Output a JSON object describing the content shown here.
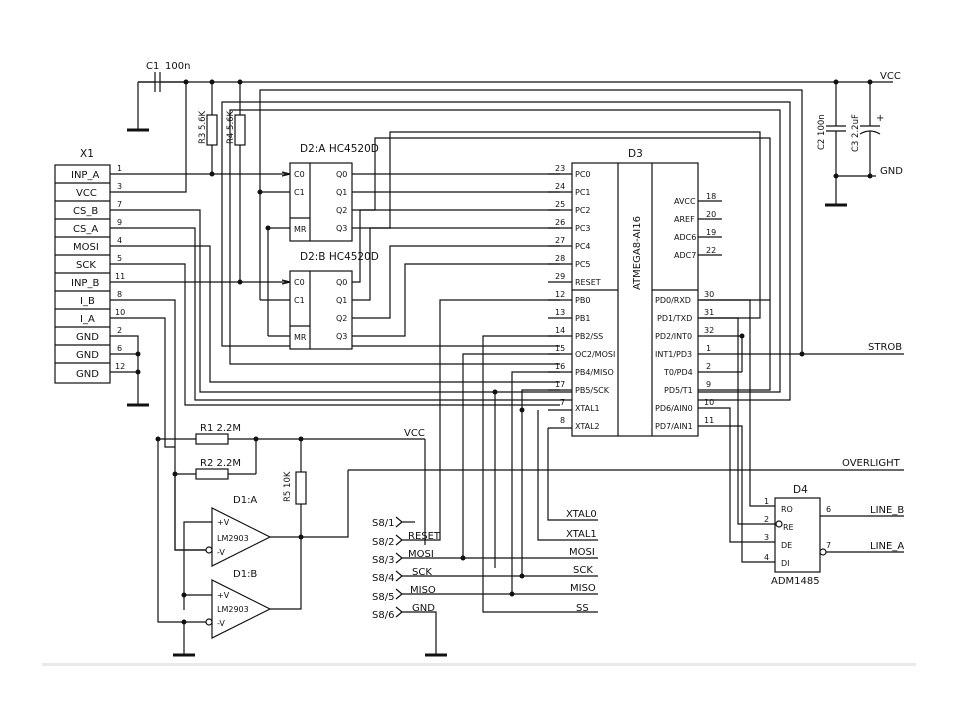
{
  "title": "",
  "components": {
    "c1": {
      "ref": "C1",
      "value": "100n"
    },
    "r3": {
      "ref": "R3",
      "value": "5.6K"
    },
    "r4": {
      "ref": "R4",
      "value": "5.6K"
    },
    "c2": {
      "ref": "C2",
      "value": "100n"
    },
    "c3": {
      "ref": "C3",
      "value": "2.2uF",
      "polarity": "+"
    },
    "r1": {
      "ref": "R1",
      "value": "2.2M"
    },
    "r2": {
      "ref": "R2",
      "value": "2.2M"
    },
    "r5": {
      "ref": "R5",
      "value": "10K"
    },
    "d2a": {
      "label": "D2:A  HC4520D",
      "pins": [
        "C0",
        "C1",
        "MR",
        "Q0",
        "Q1",
        "Q2",
        "Q3"
      ]
    },
    "d2b": {
      "label": "D2:B  HC4520D",
      "pins": [
        "C0",
        "C1",
        "MR",
        "Q0",
        "Q1",
        "Q2",
        "Q3"
      ]
    },
    "d1a": {
      "ref": "D1:A",
      "part": "LM2903",
      "plus": "+V",
      "minus": "-V"
    },
    "d1b": {
      "ref": "D1:B",
      "part": "LM2903",
      "plus": "+V",
      "minus": "-V"
    },
    "d4": {
      "ref": "D4",
      "part": "ADM1485",
      "pins": [
        {
          "num": "1",
          "name": "RO"
        },
        {
          "num": "2",
          "name": "RE"
        },
        {
          "num": "3",
          "name": "DE"
        },
        {
          "num": "4",
          "name": "DI"
        }
      ],
      "outs": [
        {
          "num": "6",
          "net": "LINE_B"
        },
        {
          "num": "7",
          "net": "LINE_A"
        }
      ]
    }
  },
  "connector_x1": {
    "ref": "X1",
    "pins": [
      {
        "label": "INP_A",
        "num": "1"
      },
      {
        "label": "VCC",
        "num": "3"
      },
      {
        "label": "CS_B",
        "num": "7"
      },
      {
        "label": "CS_A",
        "num": "9"
      },
      {
        "label": "MOSI",
        "num": "4"
      },
      {
        "label": "SCK",
        "num": "5"
      },
      {
        "label": "INP_B",
        "num": "11"
      },
      {
        "label": "I_B",
        "num": "8"
      },
      {
        "label": "I_A",
        "num": "10"
      },
      {
        "label": "GND",
        "num": "2"
      },
      {
        "label": "GND",
        "num": "6"
      },
      {
        "label": "GND",
        "num": "12"
      }
    ]
  },
  "mcu_d3": {
    "ref": "D3",
    "part": "ATMEGA8-AI16",
    "left_pins": [
      {
        "num": "23",
        "name": "PC0"
      },
      {
        "num": "24",
        "name": "PC1"
      },
      {
        "num": "25",
        "name": "PC2"
      },
      {
        "num": "26",
        "name": "PC3"
      },
      {
        "num": "27",
        "name": "PC4"
      },
      {
        "num": "28",
        "name": "PC5"
      },
      {
        "num": "29",
        "name": "RESET"
      },
      {
        "num": "12",
        "name": "PB0"
      },
      {
        "num": "13",
        "name": "PB1"
      },
      {
        "num": "14",
        "name": "PB2/SS"
      },
      {
        "num": "15",
        "name": "OC2/MOSI"
      },
      {
        "num": "16",
        "name": "PB4/MISO"
      },
      {
        "num": "17",
        "name": "PB5/SCK"
      },
      {
        "num": "7",
        "name": "XTAL1"
      },
      {
        "num": "8",
        "name": "XTAL2"
      }
    ],
    "power_pins": [
      {
        "num": "18",
        "name": "AVCC"
      },
      {
        "num": "20",
        "name": "AREF"
      },
      {
        "num": "19",
        "name": "ADC6"
      },
      {
        "num": "22",
        "name": "ADC7"
      }
    ],
    "right_pins": [
      {
        "num": "30",
        "name": "PD0/RXD"
      },
      {
        "num": "31",
        "name": "PD1/TXD"
      },
      {
        "num": "32",
        "name": "PD2/INT0"
      },
      {
        "num": "1",
        "name": "INT1/PD3"
      },
      {
        "num": "2",
        "name": "T0/PD4"
      },
      {
        "num": "9",
        "name": "PD5/T1"
      },
      {
        "num": "10",
        "name": "PD6/AIN0"
      },
      {
        "num": "11",
        "name": "PD7/AIN1"
      }
    ]
  },
  "header_s8": {
    "pins": [
      {
        "ref": "S8/1",
        "net": ""
      },
      {
        "ref": "S8/2",
        "net": "RESET"
      },
      {
        "ref": "S8/3",
        "net": "MOSI"
      },
      {
        "ref": "S8/4",
        "net": "SCK"
      },
      {
        "ref": "S8/5",
        "net": "MISO"
      },
      {
        "ref": "S8/6",
        "net": "GND"
      }
    ]
  },
  "nets": {
    "vcc_top": "VCC",
    "gnd_right": "GND",
    "strob": "STROB",
    "overlight": "OVERLIGHT",
    "vcc_mid": "VCC",
    "xtal0": "XTAL0",
    "xtal1": "XTAL1",
    "mosi": "MOSI",
    "sck": "SCK",
    "miso": "MISO",
    "ss": "SS"
  },
  "colors": {
    "ink": "#111111",
    "background": "#ffffff",
    "rule": "#e9e9e9"
  }
}
